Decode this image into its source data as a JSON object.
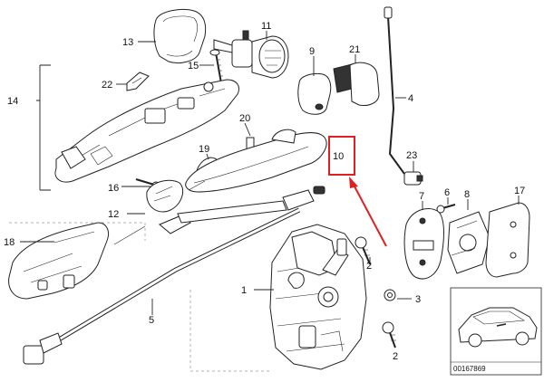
{
  "callouts": {
    "c1": "1",
    "c2a": "2",
    "c2b": "2",
    "c3": "3",
    "c4": "4",
    "c5": "5",
    "c6": "6",
    "c7": "7",
    "c8": "8",
    "c9": "9",
    "c10": "10",
    "c11": "11",
    "c12": "12",
    "c13": "13",
    "c14": "14",
    "c15": "15",
    "c16": "16",
    "c17": "17",
    "c18": "18",
    "c19": "19",
    "c20": "20",
    "c21": "21",
    "c22": "22",
    "c23": "23"
  },
  "reference_number": "00167869",
  "colors": {
    "line": "#222222",
    "highlight": "#e02020",
    "background": "#ffffff"
  }
}
